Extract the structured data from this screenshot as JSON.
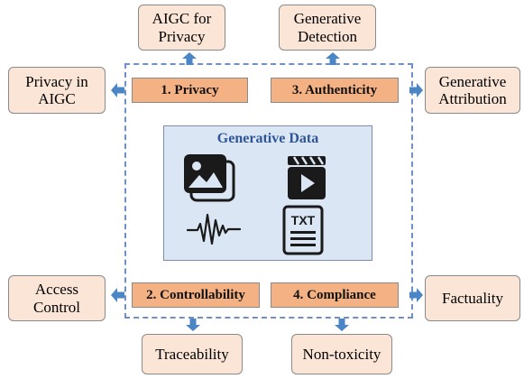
{
  "center": {
    "title": "Generative Data",
    "txt_icon_label": "TXT"
  },
  "dimensions": {
    "privacy": "1. Privacy",
    "authenticity": "3. Authenticity",
    "controllability": "2. Controllability",
    "compliance": "4. Compliance"
  },
  "nodes": {
    "aigc_for_privacy": "AIGC for\nPrivacy",
    "generative_detection": "Generative\nDetection",
    "privacy_in_aigc": "Privacy in\nAIGC",
    "generative_attribution": "Generative\nAttribution",
    "access_control": "Access\nControl",
    "factuality": "Factuality",
    "traceability": "Traceability",
    "non_toxicity": "Non-toxicity"
  },
  "colors": {
    "node_fill": "#fbe5d6",
    "dimension_fill": "#f4b183",
    "center_fill": "#dae6f3",
    "center_title": "#2f5597",
    "arrow_fill": "#4a86c5",
    "dashed_border": "#6f8fc8"
  },
  "icons": [
    "image-stack-icon",
    "video-clapper-icon",
    "audio-waveform-icon",
    "text-document-icon"
  ]
}
